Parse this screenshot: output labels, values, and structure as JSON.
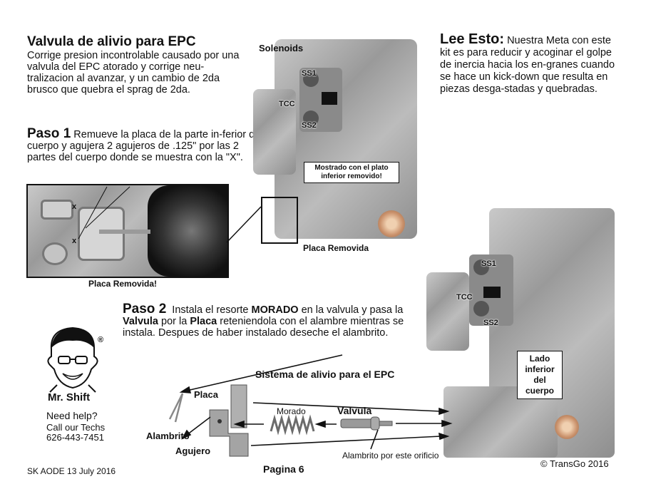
{
  "header": {
    "title": "Valvula de alivio para EPC",
    "description": "Corrige presion incontrolable causado por una valvula del EPC atorado y corrige neu-tralizacion al avanzar, y un cambio de 2da brusco que quebra el sprag de 2da."
  },
  "lee_esto": {
    "title": "Lee Esto:",
    "text": "Nuestra Meta con este kit es para reducir y acoginar el golpe de inercia hacia los en-granes cuando se hace un kick-down que resulta en piezas desga-stadas y quebradas."
  },
  "paso1": {
    "title": "Paso 1",
    "text": "Remueve la placa de la parte in-ferior del cuerpo y agujera 2 agujeros de .125\"  por las 2 partes del cuerpo donde se muestra con la \"X\".",
    "photo_caption": "Placa Removida!",
    "mark_x": "x"
  },
  "paso2": {
    "title": "Paso 2",
    "text_parts": [
      "Instala el resorte ",
      "MORADO",
      " en la valvula y pasa la ",
      "Valvula",
      " por la ",
      "Placa",
      " reteniendola con el alambre mientras se instala.  Despues de haber instalado deseche el alambrito."
    ]
  },
  "top_body": {
    "solenoids_label": "Solenoids",
    "ss1": "SS1",
    "tcc": "TCC",
    "ss2": "SS2",
    "note": "Mostrado con el plato inferior removido!",
    "caption": "Placa Removida"
  },
  "bottom_body": {
    "ss1": "SS1",
    "tcc": "TCC",
    "ss2": "SS2",
    "side_label": "Lado inferior del cuerpo"
  },
  "system": {
    "title": "Sistema de alivio para el EPC",
    "placa": "Placa",
    "morado": "Morado",
    "valvula": "Valvula",
    "alambrito": "Alambrito",
    "agujero": "Agujero",
    "orifice_note": "Alambrito por este orificio"
  },
  "mr_shift": {
    "name": "Mr. Shift",
    "registered": "®",
    "help": "Need help?",
    "call": "Call our Techs",
    "phone": "626-443-7451"
  },
  "footer": {
    "code": "SK AODE 13 July 2016",
    "page": "Pagina 6",
    "copyright": "© TransGo 2016"
  },
  "colors": {
    "text": "#111111",
    "metal": "#a8a8a8",
    "spring": "#6b6b6b"
  }
}
